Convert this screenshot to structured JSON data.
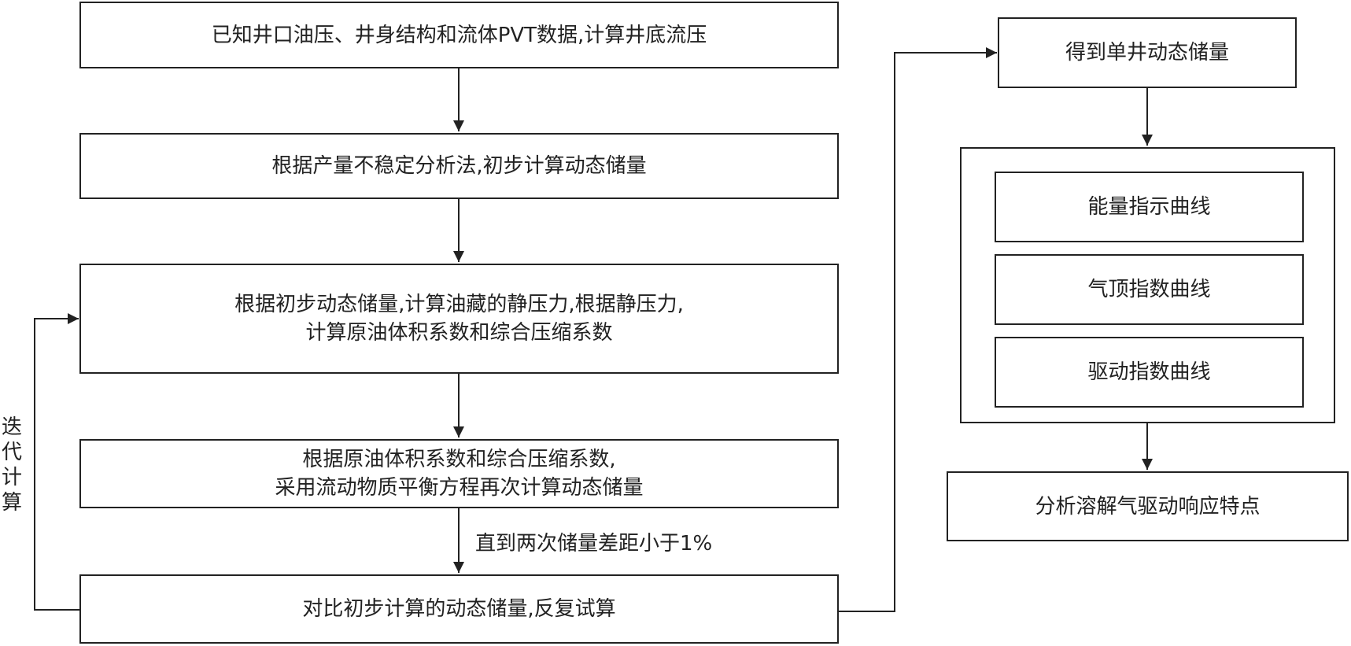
{
  "main_flow": {
    "step1": "已知井口油压、井身结构和流体PVT数据,计算井底流压",
    "step2": "根据产量不稳定分析法,初步计算动态储量",
    "step3": [
      "根据初步动态储量,计算油藏的静压力,根据静压力,",
      "计算原油体积系数和综合压缩系数"
    ],
    "step4": [
      "根据原油体积系数和综合压缩系数,",
      "采用流动物质平衡方程再次计算动态储量"
    ],
    "condition": "直到两次储量差距小于1%",
    "step5": "对比初步计算的动态储量,反复试算"
  },
  "loop_label": [
    "迭",
    "代",
    "计",
    "算"
  ],
  "right_flow": {
    "result": "得到单井动态储量",
    "curves": [
      "能量指示曲线",
      "气顶指数曲线",
      "驱动指数曲线"
    ],
    "final": "分析溶解气驱动响应特点"
  }
}
